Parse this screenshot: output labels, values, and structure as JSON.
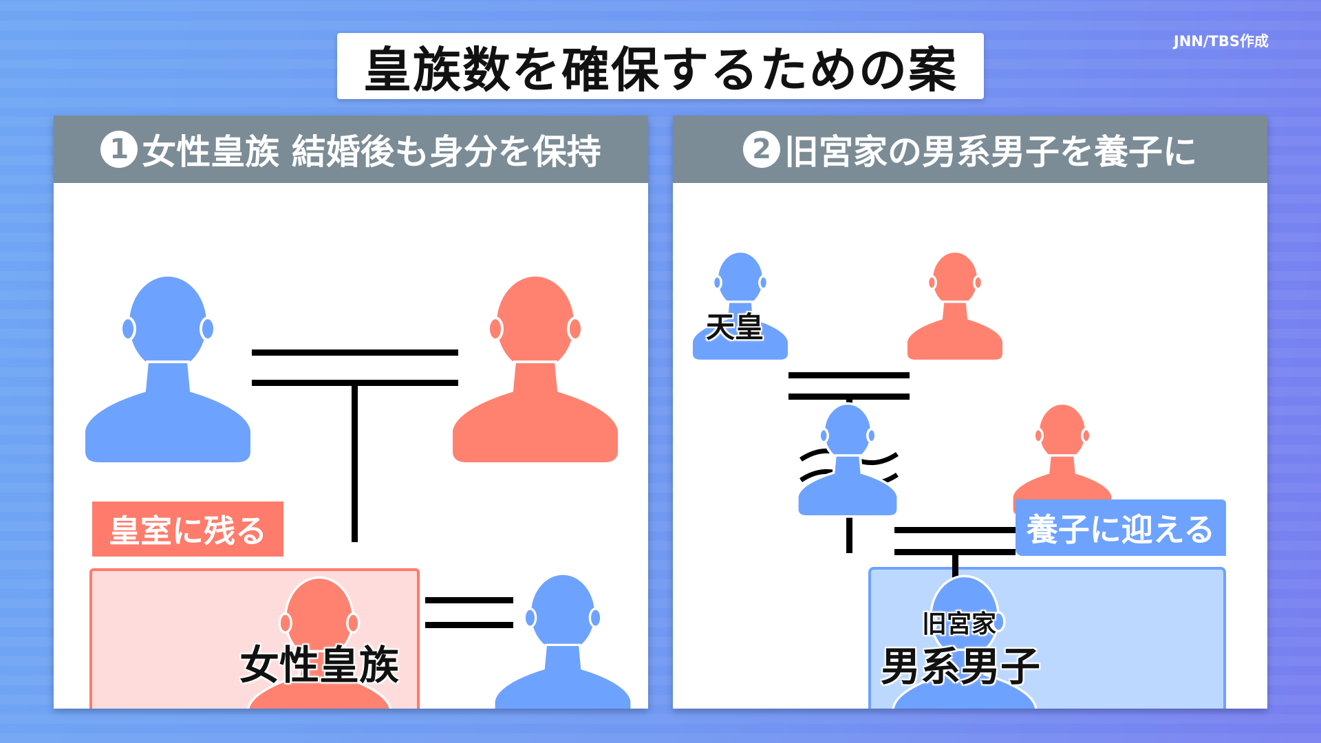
{
  "title": "皇族数を確保するための案",
  "credit": "JNN/TBS作成",
  "colors": {
    "male": "#6ea2ff",
    "female": "#ff8270",
    "header": "#7b8c96",
    "pink_box_fill": "#ffdcdc",
    "pink_box_border": "#ff7b6b",
    "blue_box_fill": "#bcd8ff",
    "blue_box_border": "#6ea2ff"
  },
  "panel_left": {
    "number": "1",
    "heading": "女性皇族 結婚後も身分を保持",
    "tag": "皇室に残る",
    "main_label": "女性皇族"
  },
  "panel_right": {
    "number": "2",
    "heading": "旧宮家の男系男子を養子に",
    "emperor_label": "天皇",
    "tag": "養子に迎える",
    "sub_label": "旧宮家",
    "main_label": "男系男子"
  }
}
